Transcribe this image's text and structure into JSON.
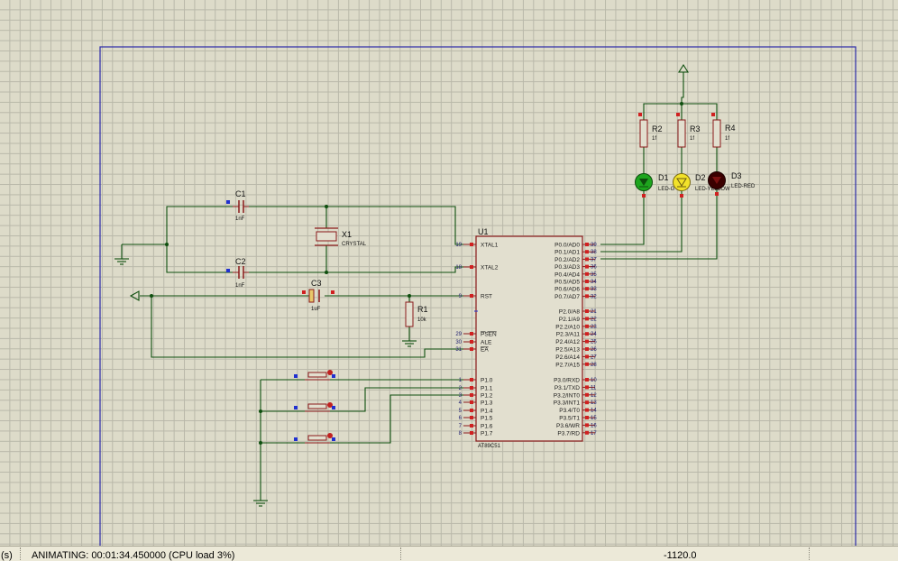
{
  "colors": {
    "wire": "#0e4f0e",
    "component": "#8a1a1a",
    "chip_fill": "#e2dfcf",
    "sheet_border": "#2b2ba8",
    "pin_text": "#1a1a6e",
    "led_green": "#1ea51e",
    "led_yellow": "#f2e22a",
    "led_red": "#3a0000"
  },
  "chip": {
    "ref": "U1",
    "part": "AT89C51",
    "left_pins": [
      {
        "num": "19",
        "name": "XTAL1"
      },
      {
        "num": "18",
        "name": "XTAL2"
      },
      {
        "num": "9",
        "name": "RST"
      },
      {
        "num": "29",
        "name": "PSEN"
      },
      {
        "num": "30",
        "name": "ALE"
      },
      {
        "num": "31",
        "name": "EA"
      },
      {
        "num": "1",
        "name": "P1.0"
      },
      {
        "num": "2",
        "name": "P1.1"
      },
      {
        "num": "3",
        "name": "P1.2"
      },
      {
        "num": "4",
        "name": "P1.3"
      },
      {
        "num": "5",
        "name": "P1.4"
      },
      {
        "num": "6",
        "name": "P1.5"
      },
      {
        "num": "7",
        "name": "P1.6"
      },
      {
        "num": "8",
        "name": "P1.7"
      }
    ],
    "right_pins": [
      {
        "num": "39",
        "name": "P0.0/AD0"
      },
      {
        "num": "38",
        "name": "P0.1/AD1"
      },
      {
        "num": "37",
        "name": "P0.2/AD2"
      },
      {
        "num": "36",
        "name": "P0.3/AD3"
      },
      {
        "num": "35",
        "name": "P0.4/AD4"
      },
      {
        "num": "34",
        "name": "P0.5/AD5"
      },
      {
        "num": "33",
        "name": "P0.6/AD6"
      },
      {
        "num": "32",
        "name": "P0.7/AD7"
      },
      {
        "num": "21",
        "name": "P2.0/A8"
      },
      {
        "num": "22",
        "name": "P2.1/A9"
      },
      {
        "num": "23",
        "name": "P2.2/A10"
      },
      {
        "num": "24",
        "name": "P2.3/A11"
      },
      {
        "num": "25",
        "name": "P2.4/A12"
      },
      {
        "num": "26",
        "name": "P2.5/A13"
      },
      {
        "num": "27",
        "name": "P2.6/A14"
      },
      {
        "num": "28",
        "name": "P2.7/A15"
      },
      {
        "num": "10",
        "name": "P3.0/RXD"
      },
      {
        "num": "11",
        "name": "P3.1/TXD"
      },
      {
        "num": "12",
        "name": "P3.2/INT0"
      },
      {
        "num": "13",
        "name": "P3.3/INT1"
      },
      {
        "num": "14",
        "name": "P3.4/T0"
      },
      {
        "num": "15",
        "name": "P3.5/T1"
      },
      {
        "num": "16",
        "name": "P3.6/WR"
      },
      {
        "num": "17",
        "name": "P3.7/RD"
      }
    ]
  },
  "components": {
    "c1": {
      "ref": "C1",
      "value": "1nF"
    },
    "c2": {
      "ref": "C2",
      "value": "1nF"
    },
    "c3": {
      "ref": "C3",
      "value": "1uF"
    },
    "x1": {
      "ref": "X1",
      "value": "CRYSTAL"
    },
    "r1": {
      "ref": "R1",
      "value": "10k"
    },
    "r2": {
      "ref": "R2",
      "value": "1f"
    },
    "r3": {
      "ref": "R3",
      "value": "1f"
    },
    "r4": {
      "ref": "R4",
      "value": "1f"
    },
    "d1": {
      "ref": "D1",
      "value": "LED-G"
    },
    "d2": {
      "ref": "D2",
      "value": "LED-YELLOW"
    },
    "d3": {
      "ref": "D3",
      "value": "LED-RED"
    }
  },
  "status": {
    "left_cut": "(s)",
    "animating": "ANIMATING: 00:01:34.450000 (CPU load 3%)",
    "coord": "-1120.0"
  }
}
